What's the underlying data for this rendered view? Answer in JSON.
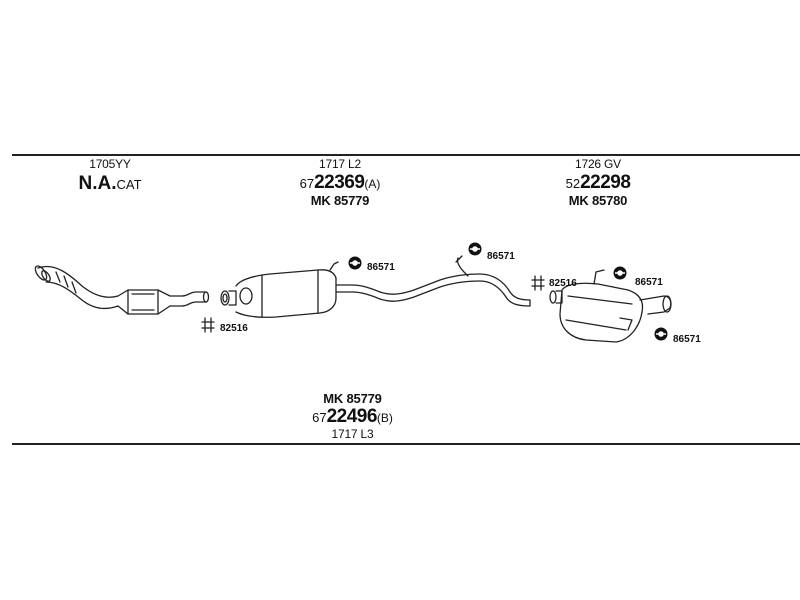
{
  "left_label": {
    "code": "1705YY",
    "name_big": "N.A.",
    "name_small": "CAT"
  },
  "front_pipe": {
    "code": "1717 L2",
    "part_prefix": "67",
    "part_main": "22369",
    "part_suffix": "(A)",
    "mk": "MK  85779"
  },
  "rear_silencer": {
    "code": "1726 GV",
    "part_prefix": "52",
    "part_main": "22298",
    "mk": "MK  85780"
  },
  "bottom_pipe": {
    "mk": "MK  85779",
    "part_prefix": "67",
    "part_main": "22496",
    "part_suffix": "(B)",
    "code": "1717 L3"
  },
  "callouts": {
    "c1": "86571",
    "c2": "86571",
    "c3": "86571",
    "c4": "86571",
    "clamp1": "82516",
    "clamp2": "82516"
  }
}
